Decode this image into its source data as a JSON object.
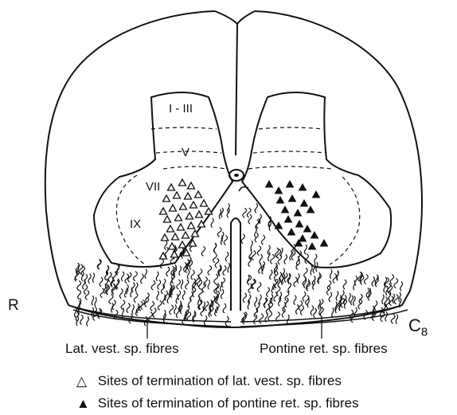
{
  "labels": {
    "side": "R",
    "segment": "C",
    "segment_sub": "8",
    "lat_fibres": "Lat. vest. sp. fibres",
    "pontine_fibres": "Pontine ret. sp. fibres"
  },
  "laminae": {
    "l1_3": "I - III",
    "l5": "V",
    "l7": "VII",
    "l9": "IX"
  },
  "legend": {
    "open_symbol": "△",
    "open_text": "Sites of termination of lat. vest. sp. fibres",
    "filled_symbol": "▲",
    "filled_text": "Sites of termination of pontine ret. sp. fibres"
  },
  "colors": {
    "ink": "#111111",
    "background": "#ffffff"
  }
}
